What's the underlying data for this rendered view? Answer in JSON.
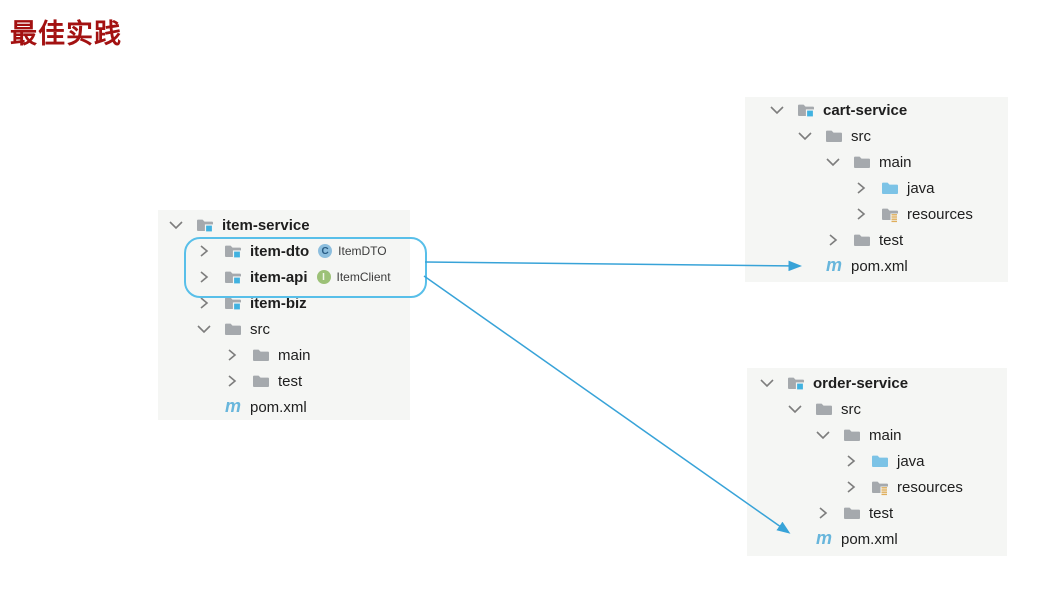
{
  "title": {
    "text": "最佳实践"
  },
  "colors": {
    "title": "#a31111",
    "panel_bg": "#f5f6f4",
    "arrow_blue": "#38a3d8",
    "highlight_border": "#58bfe9",
    "folder_gray": "#a5a9ad",
    "module_badge_blue": "#41b2e0",
    "source_folder_blue": "#7cc3e6",
    "resources_badge_yellow": "#dfae5b",
    "maven_blue": "#68b6dc",
    "class_icon_bg": "#8cbede",
    "interface_icon_bg": "#9cc177",
    "tree_text": "#1e1e1e"
  },
  "trees": [
    {
      "name": "item-service",
      "rows": [
        {
          "level": 0,
          "chevron": "down",
          "icon": "module-folder",
          "label": "item-service",
          "bold": true
        },
        {
          "level": 1,
          "chevron": "right",
          "icon": "module-folder",
          "label": "item-dto",
          "bold": true,
          "tag": {
            "kind": "class",
            "letter": "C",
            "text": "ItemDTO"
          }
        },
        {
          "level": 1,
          "chevron": "right",
          "icon": "module-folder",
          "label": "item-api",
          "bold": true,
          "tag": {
            "kind": "interface",
            "letter": "I",
            "text": "ItemClient"
          }
        },
        {
          "level": 1,
          "chevron": "right",
          "icon": "module-folder",
          "label": "item-biz",
          "bold": true
        },
        {
          "level": 1,
          "chevron": "down",
          "icon": "folder",
          "label": "src",
          "bold": false
        },
        {
          "level": 2,
          "chevron": "right",
          "icon": "folder",
          "label": "main",
          "bold": false
        },
        {
          "level": 2,
          "chevron": "right",
          "icon": "folder",
          "label": "test",
          "bold": false
        },
        {
          "level": 1,
          "chevron": null,
          "icon": "maven",
          "label": "pom.xml",
          "bold": false
        }
      ]
    },
    {
      "name": "cart-service",
      "rows": [
        {
          "level": 0,
          "chevron": "down",
          "icon": "module-folder",
          "label": "cart-service",
          "bold": true
        },
        {
          "level": 1,
          "chevron": "down",
          "icon": "folder",
          "label": "src",
          "bold": false
        },
        {
          "level": 2,
          "chevron": "down",
          "icon": "folder",
          "label": "main",
          "bold": false
        },
        {
          "level": 3,
          "chevron": "right",
          "icon": "source-folder",
          "label": "java",
          "bold": false
        },
        {
          "level": 3,
          "chevron": "right",
          "icon": "resources-folder",
          "label": "resources",
          "bold": false
        },
        {
          "level": 2,
          "chevron": "right",
          "icon": "folder",
          "label": "test",
          "bold": false
        },
        {
          "level": 1,
          "chevron": null,
          "icon": "maven",
          "label": "pom.xml",
          "bold": false
        }
      ]
    },
    {
      "name": "order-service",
      "rows": [
        {
          "level": 0,
          "chevron": "down",
          "icon": "module-folder",
          "label": "order-service",
          "bold": true
        },
        {
          "level": 1,
          "chevron": "down",
          "icon": "folder",
          "label": "src",
          "bold": false
        },
        {
          "level": 2,
          "chevron": "down",
          "icon": "folder",
          "label": "main",
          "bold": false
        },
        {
          "level": 3,
          "chevron": "right",
          "icon": "source-folder",
          "label": "java",
          "bold": false
        },
        {
          "level": 3,
          "chevron": "right",
          "icon": "resources-folder",
          "label": "resources",
          "bold": false
        },
        {
          "level": 2,
          "chevron": "right",
          "icon": "folder",
          "label": "test",
          "bold": false
        },
        {
          "level": 1,
          "chevron": null,
          "icon": "maven",
          "label": "pom.xml",
          "bold": false
        }
      ]
    }
  ],
  "connections": [
    {
      "from": "item-dto / item-api (highlighted modules)",
      "to": "cart-service pom.xml"
    },
    {
      "from": "item-dto / item-api (highlighted modules)",
      "to": "order-service pom.xml"
    }
  ]
}
